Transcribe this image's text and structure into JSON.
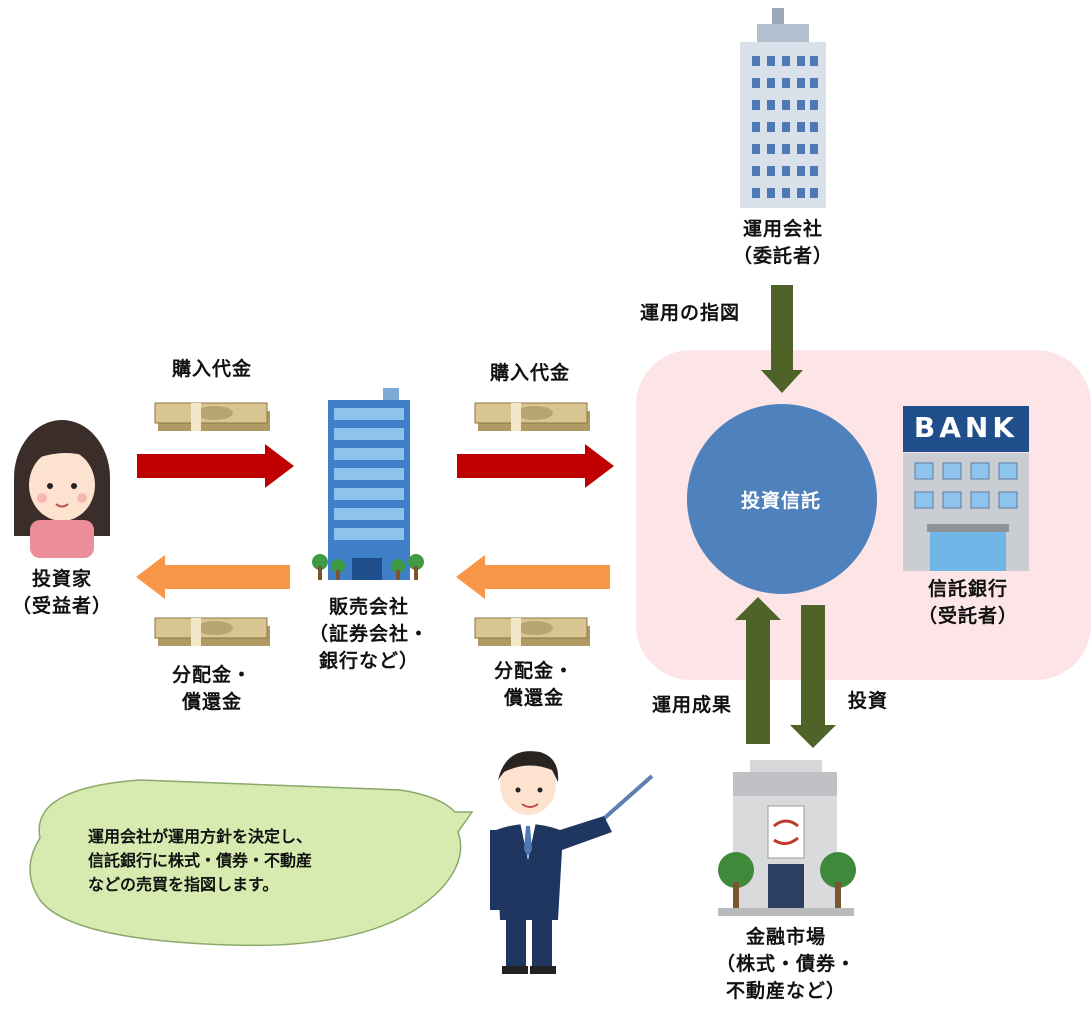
{
  "entities": {
    "investor": {
      "line1": "投資家",
      "line2": "（受益者）"
    },
    "distributor": {
      "line1": "販売会社",
      "line2": "（証券会社・",
      "line3": "銀行など）"
    },
    "management": {
      "line1": "運用会社",
      "line2": "（委託者）"
    },
    "trust_bank": {
      "line1": "信託銀行",
      "line2": "（受託者）"
    },
    "market": {
      "line1": "金融市場",
      "line2": "（株式・債券・",
      "line3": "不動産など）"
    },
    "fund": {
      "label": "投資信託"
    }
  },
  "flows": {
    "purchase_1": "購入代金",
    "purchase_2": "購入代金",
    "distribution_1": {
      "line1": "分配金・",
      "line2": "償還金"
    },
    "distribution_2": {
      "line1": "分配金・",
      "line2": "償還金"
    },
    "instruction": "運用の指図",
    "result": "運用成果",
    "investment": "投資"
  },
  "bank_sign": "BANK",
  "speech": {
    "line1": "運用会社が運用方針を決定し、",
    "line2": "信託銀行に株式・債券・不動産",
    "line3": "などの売買を指図します。"
  },
  "colors": {
    "red_arrow": "#c00000",
    "orange_arrow": "#f79646",
    "green_arrow": "#4f6228",
    "trust_area": "#fde4e6",
    "circle": "#4f81bd",
    "bubble": "#d7ebb0"
  }
}
